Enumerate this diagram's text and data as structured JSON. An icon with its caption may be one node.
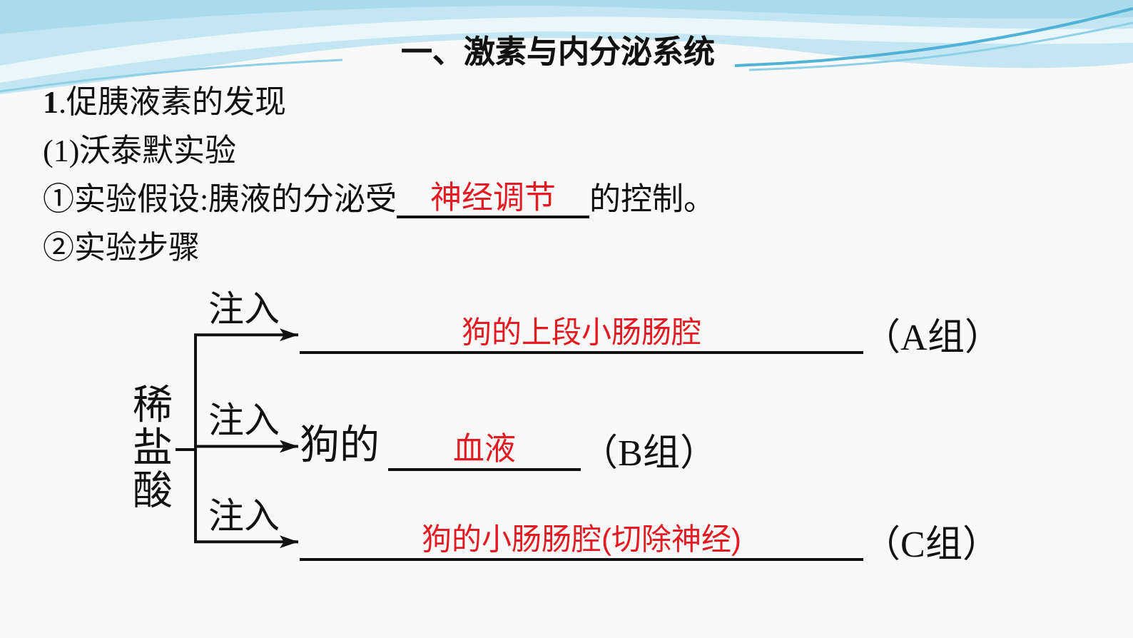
{
  "diagram": {
    "title": "一、激素与内分泌系统",
    "nodes": [
      {
        "text": [
          "稀盐酸"
        ]
      },
      {
        "text": [
          "狗的上段小肠肠腔",
          "（A组）"
        ]
      },
      {
        "text": [
          "狗的",
          "血液",
          "（B组）"
        ]
      },
      {
        "text": [
          "狗的小肠肠腔(切除神经)",
          "（C组）"
        ]
      }
    ],
    "edges": [
      {
        "from": 0,
        "to": 1,
        "arrow": "to",
        "label": "注入"
      },
      {
        "from": 0,
        "to": 2,
        "arrow": "to",
        "label": "注入"
      },
      {
        "from": 0,
        "to": 3,
        "arrow": "to",
        "label": "注入"
      }
    ],
    "labels": [
      "**1**.促胰液素的发现",
      "(1)沃泰默实验",
      "①实验假设:胰液的分泌受",
      "神经调节",
      "的控制。",
      "②实验步骤"
    ]
  }
}
